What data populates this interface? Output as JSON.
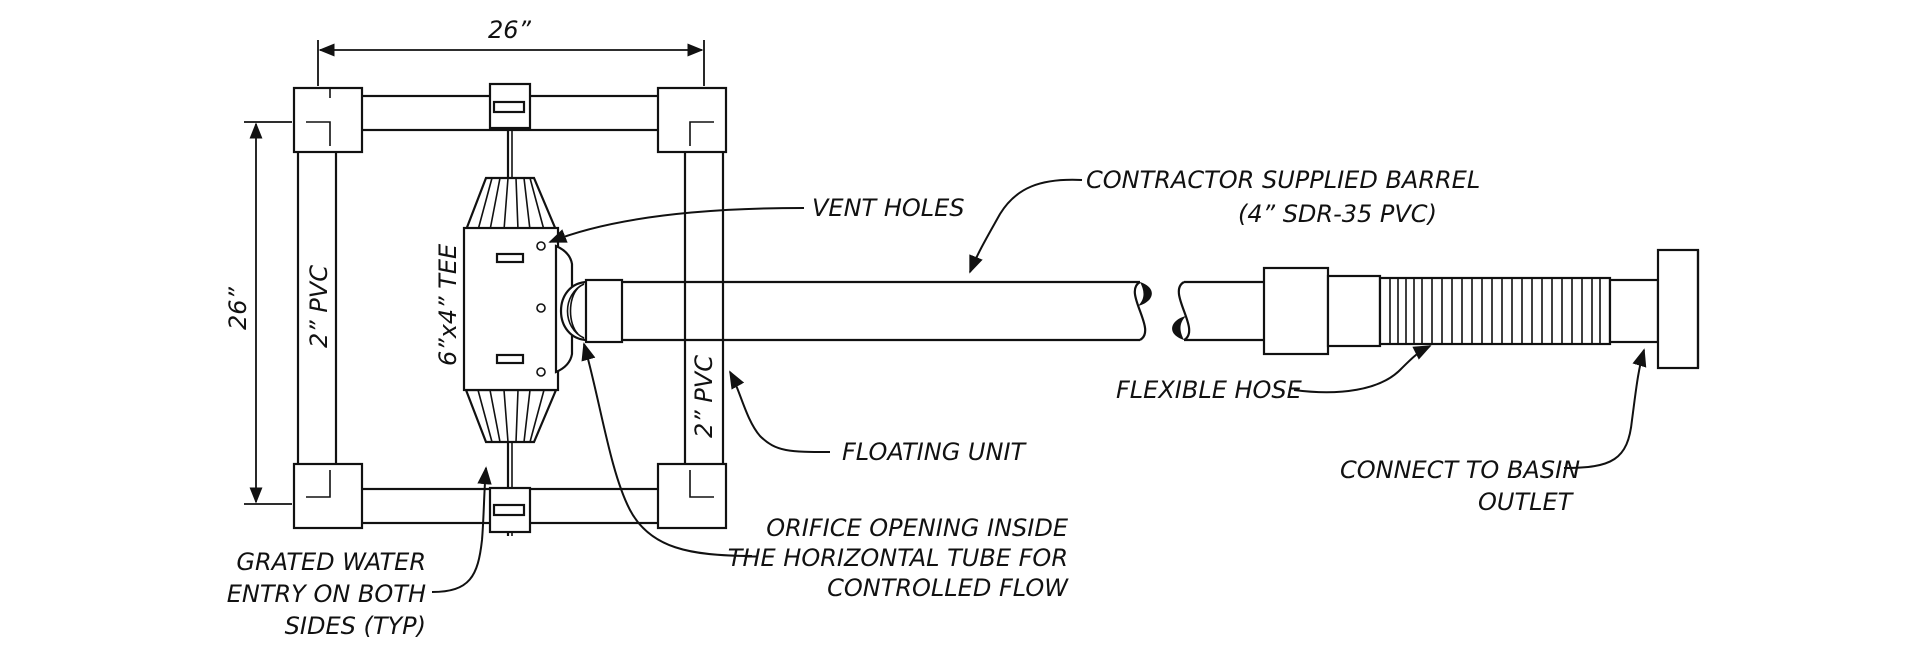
{
  "dimensions": {
    "width_label": "26”",
    "height_label": "26”"
  },
  "labels": {
    "pvc_left": "2” PVC",
    "pvc_right": "2” PVC",
    "tee": "6”x4” TEE",
    "vent_holes": "VENT HOLES",
    "barrel_line1": "CONTRACTOR SUPPLIED BARREL",
    "barrel_line2": "(4” SDR-35 PVC)",
    "flexible_hose": "FLEXIBLE HOSE",
    "floating_unit": "FLOATING UNIT",
    "connect_line1": "CONNECT TO BASIN",
    "connect_line2": "OUTLET",
    "orifice_line1": "ORIFICE OPENING INSIDE",
    "orifice_line2": "THE HORIZONTAL TUBE FOR",
    "orifice_line3": "CONTROLLED FLOW",
    "grated_line1": "GRATED WATER",
    "grated_line2": "ENTRY ON BOTH",
    "grated_line3": "SIDES (TYP)"
  }
}
